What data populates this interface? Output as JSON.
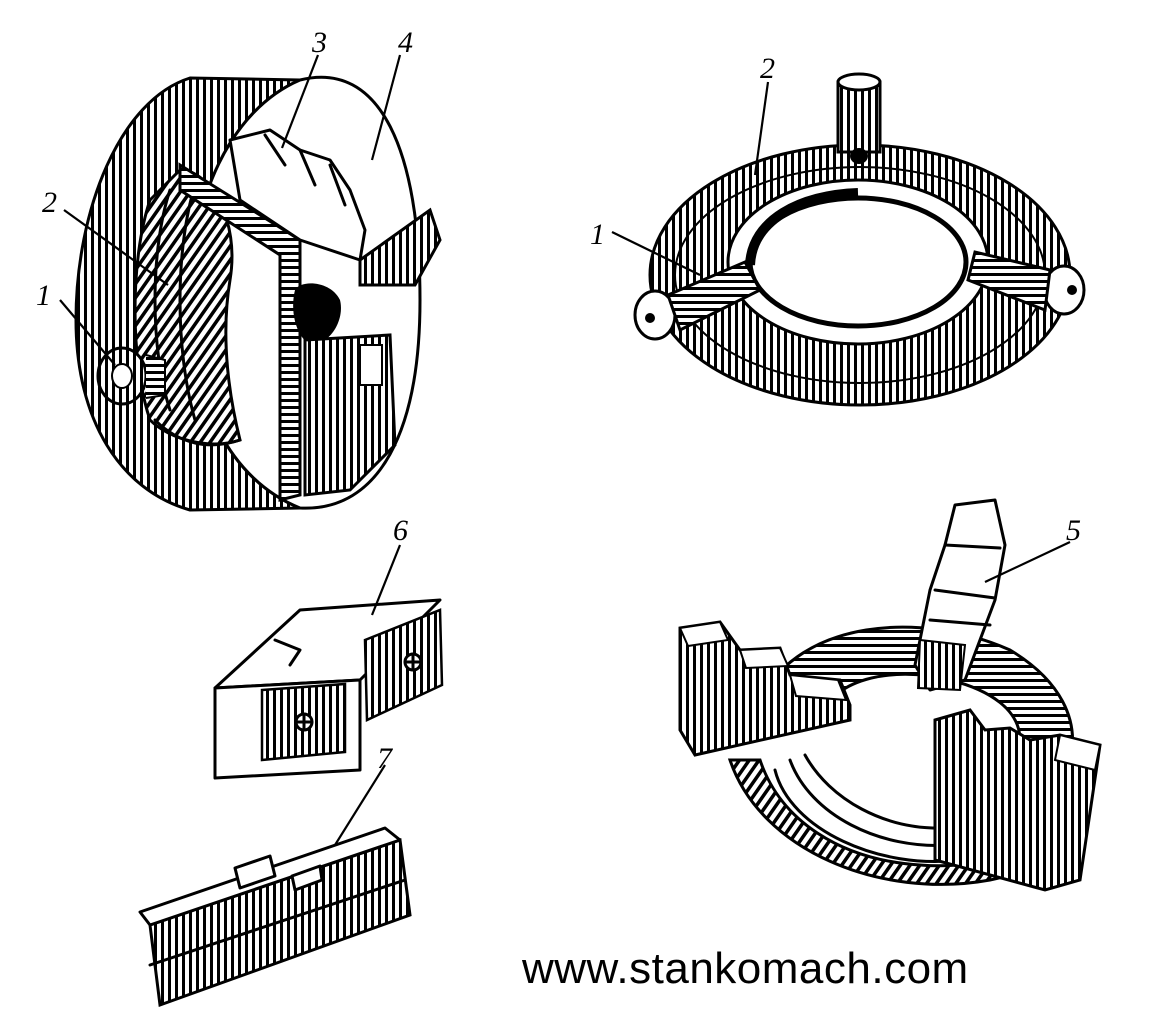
{
  "labels": {
    "l1_chuck": "1",
    "l2_chuck": "2",
    "l3_chuck": "3",
    "l4_chuck": "4",
    "l1_ring": "1",
    "l2_ring": "2",
    "l5_scroll": "5",
    "l6_jaw": "6",
    "l7_jaw": "7"
  },
  "watermark": "www.stankomach.com"
}
